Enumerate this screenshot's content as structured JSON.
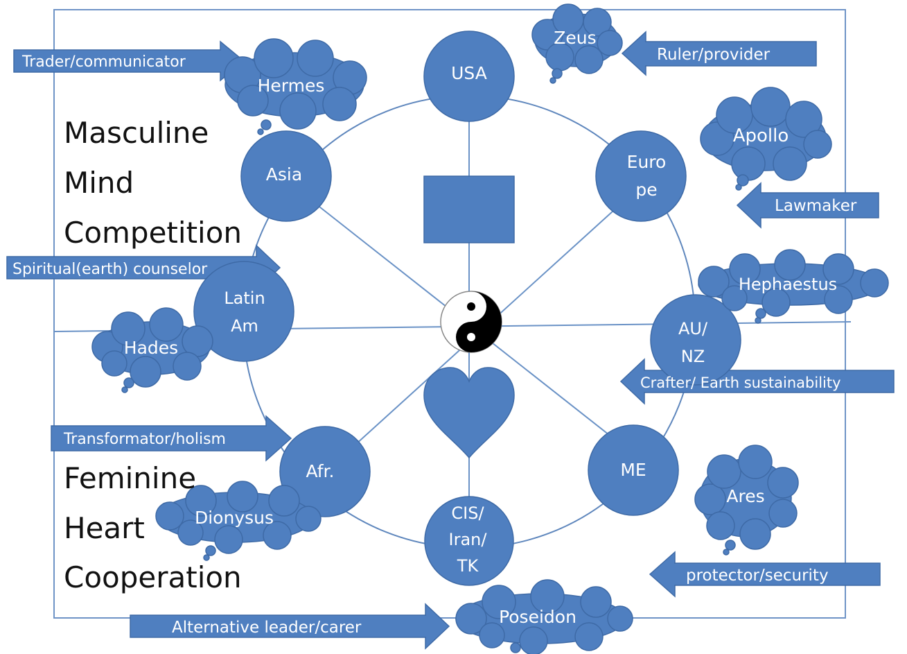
{
  "colors": {
    "shape_fill": "#4f7fc0",
    "shape_stroke": "#3e6aa6",
    "line": "#5f87bd",
    "frame": "#6e93c6",
    "text_dark": "#111111",
    "text_light": "#ffffff"
  },
  "center_symbol": "yin-yang",
  "regions": {
    "usa": "USA",
    "europe": [
      "Euro",
      "pe"
    ],
    "asia": "Asia",
    "latin_am": [
      "Latin",
      "Am"
    ],
    "au_nz": [
      "AU/",
      "NZ"
    ],
    "afr": "Afr.",
    "me": "ME",
    "cis": [
      "CIS/",
      "Iran/",
      "TK"
    ]
  },
  "gods": {
    "zeus": "Zeus",
    "hermes": "Hermes",
    "apollo": "Apollo",
    "hephaestus": "Hephaestus",
    "hades": "Hades",
    "dionysus": "Dionysus",
    "ares": "Ares",
    "poseidon": "Poseidon"
  },
  "roles": {
    "trader": "Trader/communicator",
    "ruler": "Ruler/provider",
    "lawmaker": "Lawmaker",
    "spiritual": "Spiritual(earth) counselor",
    "crafter": "Crafter/ Earth sustainability",
    "transformator": "Transformator/holism",
    "protector": "protector/security",
    "alternative": "Alternative leader/carer"
  },
  "masculine": [
    "Masculine",
    "Mind",
    "Competition"
  ],
  "feminine": [
    "Feminine",
    "Heart",
    "Cooperation"
  ]
}
